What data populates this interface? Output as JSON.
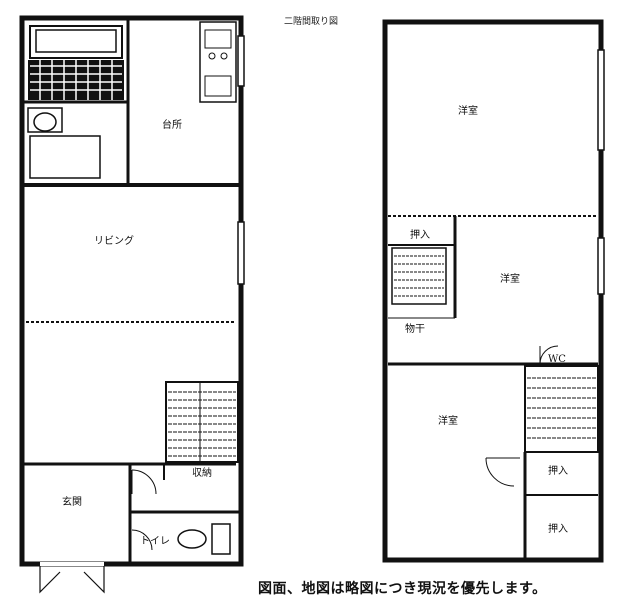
{
  "floor2_title": "二階間取り図",
  "rooms_floor1": {
    "kitchen": "台所",
    "living": "リビング",
    "entrance": "玄関",
    "storage": "収納",
    "toilet": "トイレ"
  },
  "rooms_floor2": {
    "room_top": "洋室",
    "closet_upper": "押入",
    "room_mid": "洋室",
    "laundry": "物干",
    "room_bottom": "洋室",
    "closet_right1": "押入",
    "closet_right2": "押入",
    "toilet_small": "WC"
  },
  "caption": "図面、地図は略図につき現況を優先します。",
  "colors": {
    "line": "#111111",
    "background": "#ffffff"
  }
}
